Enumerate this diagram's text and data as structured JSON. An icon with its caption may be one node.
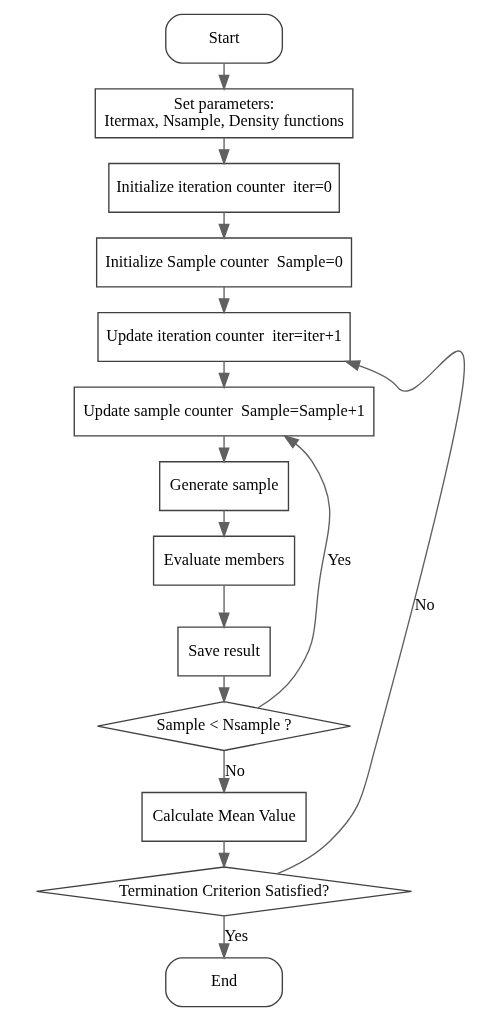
{
  "diagram": {
    "nodes": [
      {
        "text": [
          "Start"
        ]
      },
      {
        "text": [
          "Set parameters:",
          "Itermax, Nsample, Density functions"
        ]
      },
      {
        "text": [
          "Initialize iteration counter  iter=0"
        ]
      },
      {
        "text": [
          "Initialize Sample counter  Sample=0"
        ]
      },
      {
        "text": [
          "Update iteration counter  iter=iter+1"
        ]
      },
      {
        "text": [
          "Update sample counter  Sample=Sample+1"
        ]
      },
      {
        "text": [
          "Generate sample"
        ]
      },
      {
        "text": [
          "Evaluate members"
        ]
      },
      {
        "text": [
          "Save result"
        ]
      },
      {
        "text": [
          "Sample < Nsample ?"
        ]
      },
      {
        "text": [
          "Calculate Mean Value"
        ]
      },
      {
        "text": [
          "Termination Criterion Satisfied?"
        ]
      },
      {
        "text": [
          "End"
        ]
      }
    ],
    "edges": [
      {
        "from": 0,
        "to": 1,
        "arrow": "to"
      },
      {
        "from": 1,
        "to": 2,
        "arrow": "to"
      },
      {
        "from": 2,
        "to": 3,
        "arrow": "to"
      },
      {
        "from": 3,
        "to": 4,
        "arrow": "to"
      },
      {
        "from": 4,
        "to": 5,
        "arrow": "to"
      },
      {
        "from": 5,
        "to": 6,
        "arrow": "to"
      },
      {
        "from": 6,
        "to": 7,
        "arrow": "to"
      },
      {
        "from": 7,
        "to": 8,
        "arrow": "to"
      },
      {
        "from": 8,
        "to": 9,
        "arrow": "to"
      },
      {
        "from": 9,
        "to": 5,
        "arrow": "to",
        "label": "Yes"
      },
      {
        "from": 9,
        "to": 10,
        "arrow": "to",
        "label": "No"
      },
      {
        "from": 10,
        "to": 11,
        "arrow": "to"
      },
      {
        "from": 11,
        "to": 4,
        "arrow": "to",
        "label": "No"
      },
      {
        "from": 11,
        "to": 12,
        "arrow": "to",
        "label": "Yes"
      }
    ]
  }
}
